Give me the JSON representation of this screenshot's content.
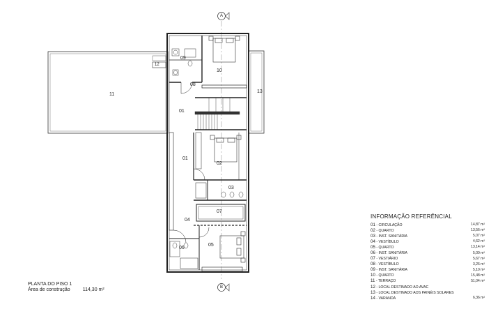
{
  "plan": {
    "title": "PLANTA DO PISO 1",
    "area_label": "Área de construção",
    "area_value": "114,30 m²"
  },
  "section_markers": {
    "top": "A",
    "bottom": "B"
  },
  "room_labels": {
    "r11": "11",
    "r12": "12",
    "r09": "09",
    "r10": "10",
    "r08": "08",
    "r13": "13",
    "r01a": "01",
    "r01b": "01",
    "r02": "02",
    "r03": "03",
    "r07": "07",
    "r04": "04",
    "r06": "06",
    "r05": "05"
  },
  "legend": {
    "title": "INFORMAÇÃO REFERÊNCIAL",
    "items": [
      {
        "num": "01",
        "name": "CIRCULAÇÃO",
        "area": "14,87 m²"
      },
      {
        "num": "02",
        "name": "QUARTO",
        "area": "13,56 m²"
      },
      {
        "num": "03",
        "name": "INST. SANITÁRIA",
        "area": "5,07 m²"
      },
      {
        "num": "04",
        "name": "VESTÍBULO",
        "area": "4,62 m²"
      },
      {
        "num": "05",
        "name": "QUARTO",
        "area": "13,14 m²"
      },
      {
        "num": "06",
        "name": "INST. SANITÁRIA",
        "area": "5,00 m²"
      },
      {
        "num": "07",
        "name": "VESTIÁRIO",
        "area": "5,67 m²"
      },
      {
        "num": "08",
        "name": "VESTÍBULO",
        "area": "3,26 m²"
      },
      {
        "num": "09",
        "name": "INST. SANITÁRIA",
        "area": "5,10 m²"
      },
      {
        "num": "10",
        "name": "QUARTO",
        "area": "15,48 m²"
      },
      {
        "num": "11",
        "name": "TERRAÇO",
        "area": "51,04 m²"
      },
      {
        "num": "12",
        "name": "LOCAL DESTINADO AO AVAC",
        "area": ""
      },
      {
        "num": "13",
        "name": "LOCAL DESTINADO AOS PAINÉIS SOLARES",
        "area": ""
      },
      {
        "num": "14",
        "name": "VARANDA",
        "area": "6,36 m²"
      }
    ]
  }
}
